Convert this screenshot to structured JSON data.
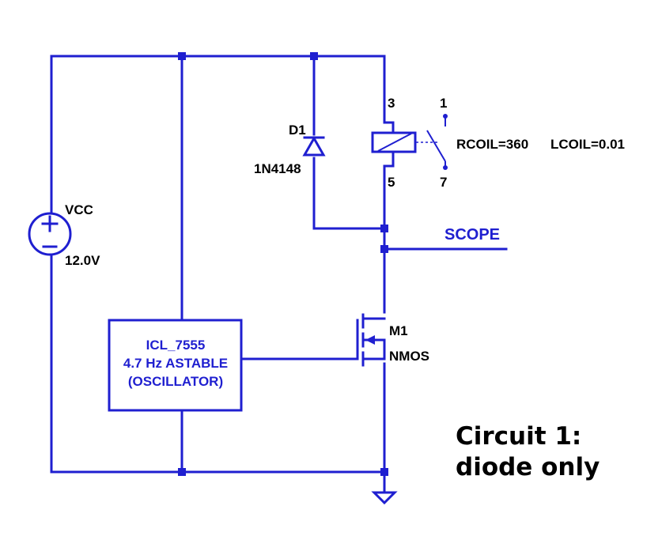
{
  "source": {
    "name": "VCC",
    "value": "12.0V"
  },
  "diode": {
    "ref": "D1",
    "part": "1N4148"
  },
  "relay": {
    "pin_top": "3",
    "pin_bottom": "5",
    "switch_top": "1",
    "switch_bottom": "7",
    "rcoil": "RCOIL=360",
    "lcoil": "LCOIL=0.01"
  },
  "scope": {
    "label": "SCOPE"
  },
  "mosfet": {
    "ref": "M1",
    "type": "NMOS"
  },
  "oscillator": {
    "line1": "ICL_7555",
    "line2": "4.7 Hz ASTABLE",
    "line3": "(OSCILLATOR)"
  },
  "caption": {
    "line1": "Circuit 1:",
    "line2": "diode only"
  },
  "colors": {
    "wire": "#1f1fd0",
    "label": "#000000",
    "background": "#ffffff"
  }
}
